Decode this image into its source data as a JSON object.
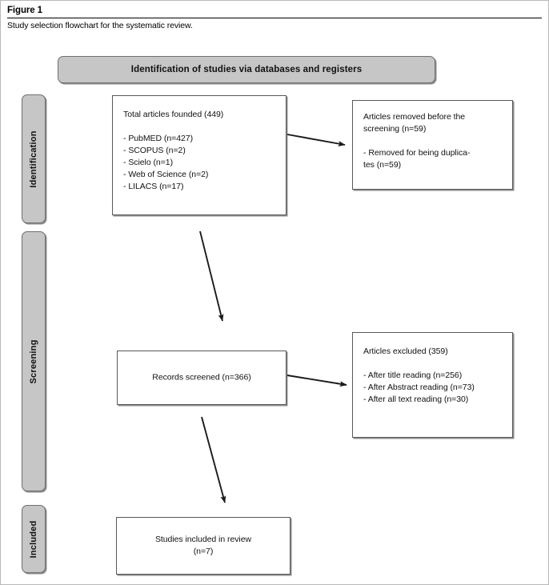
{
  "figure": {
    "label": "Figure 1",
    "caption": "Study selection flowchart for the systematic review."
  },
  "banner": {
    "text": "Identification of studies via databases and registers"
  },
  "stages": [
    {
      "id": "identification",
      "label": "Identification"
    },
    {
      "id": "screening",
      "label": "Screening"
    },
    {
      "id": "included",
      "label": "Included"
    }
  ],
  "nodes": {
    "total_articles": {
      "title": "Total articles founded (449)",
      "items": [
        "- PubMED (n=427)",
        "- SCOPUS (n=2)",
        "- Scielo (n=1)",
        "- Web of Science (n=2)",
        "- LILACS (n=17)"
      ]
    },
    "removed_before_screening": {
      "title": "Articles removed before the\nscreening (n=59)",
      "items": [
        "- Removed for being duplica-\ntes (n=59)"
      ]
    },
    "records_screened": {
      "title": "Records screened (n=366)"
    },
    "articles_excluded": {
      "title": "Articles excluded (359)",
      "items": [
        "- After title reading (n=256)",
        "- After Abstract reading (n=73)",
        "- After all text reading (n=30)"
      ]
    },
    "studies_included": {
      "title": "Studies included in review\n(n=7)"
    }
  },
  "colors": {
    "stage_fill": "#c6c6c6",
    "stage_border": "#6f6f6f",
    "box_border": "#585858",
    "arrow": "#1a1a1a",
    "page_background": "#ffffff"
  },
  "chart_data": {
    "type": "diagram",
    "title": "PRISMA study selection flowchart",
    "counts": {
      "total_records_identified": 449,
      "pubmed": 427,
      "scopus": 2,
      "scielo": 1,
      "web_of_science": 2,
      "lilacs": 17,
      "removed_before_screening": 59,
      "duplicates_removed": 59,
      "records_screened": 366,
      "records_excluded_total": 359,
      "excluded_after_title_reading": 256,
      "excluded_after_abstract_reading": 73,
      "excluded_after_full_text_reading": 30,
      "studies_included": 7
    },
    "flow": [
      {
        "from": "total_articles",
        "to": "removed_before_screening",
        "direction": "right"
      },
      {
        "from": "total_articles",
        "to": "records_screened",
        "direction": "down"
      },
      {
        "from": "records_screened",
        "to": "articles_excluded",
        "direction": "right"
      },
      {
        "from": "records_screened",
        "to": "studies_included",
        "direction": "down"
      }
    ]
  }
}
